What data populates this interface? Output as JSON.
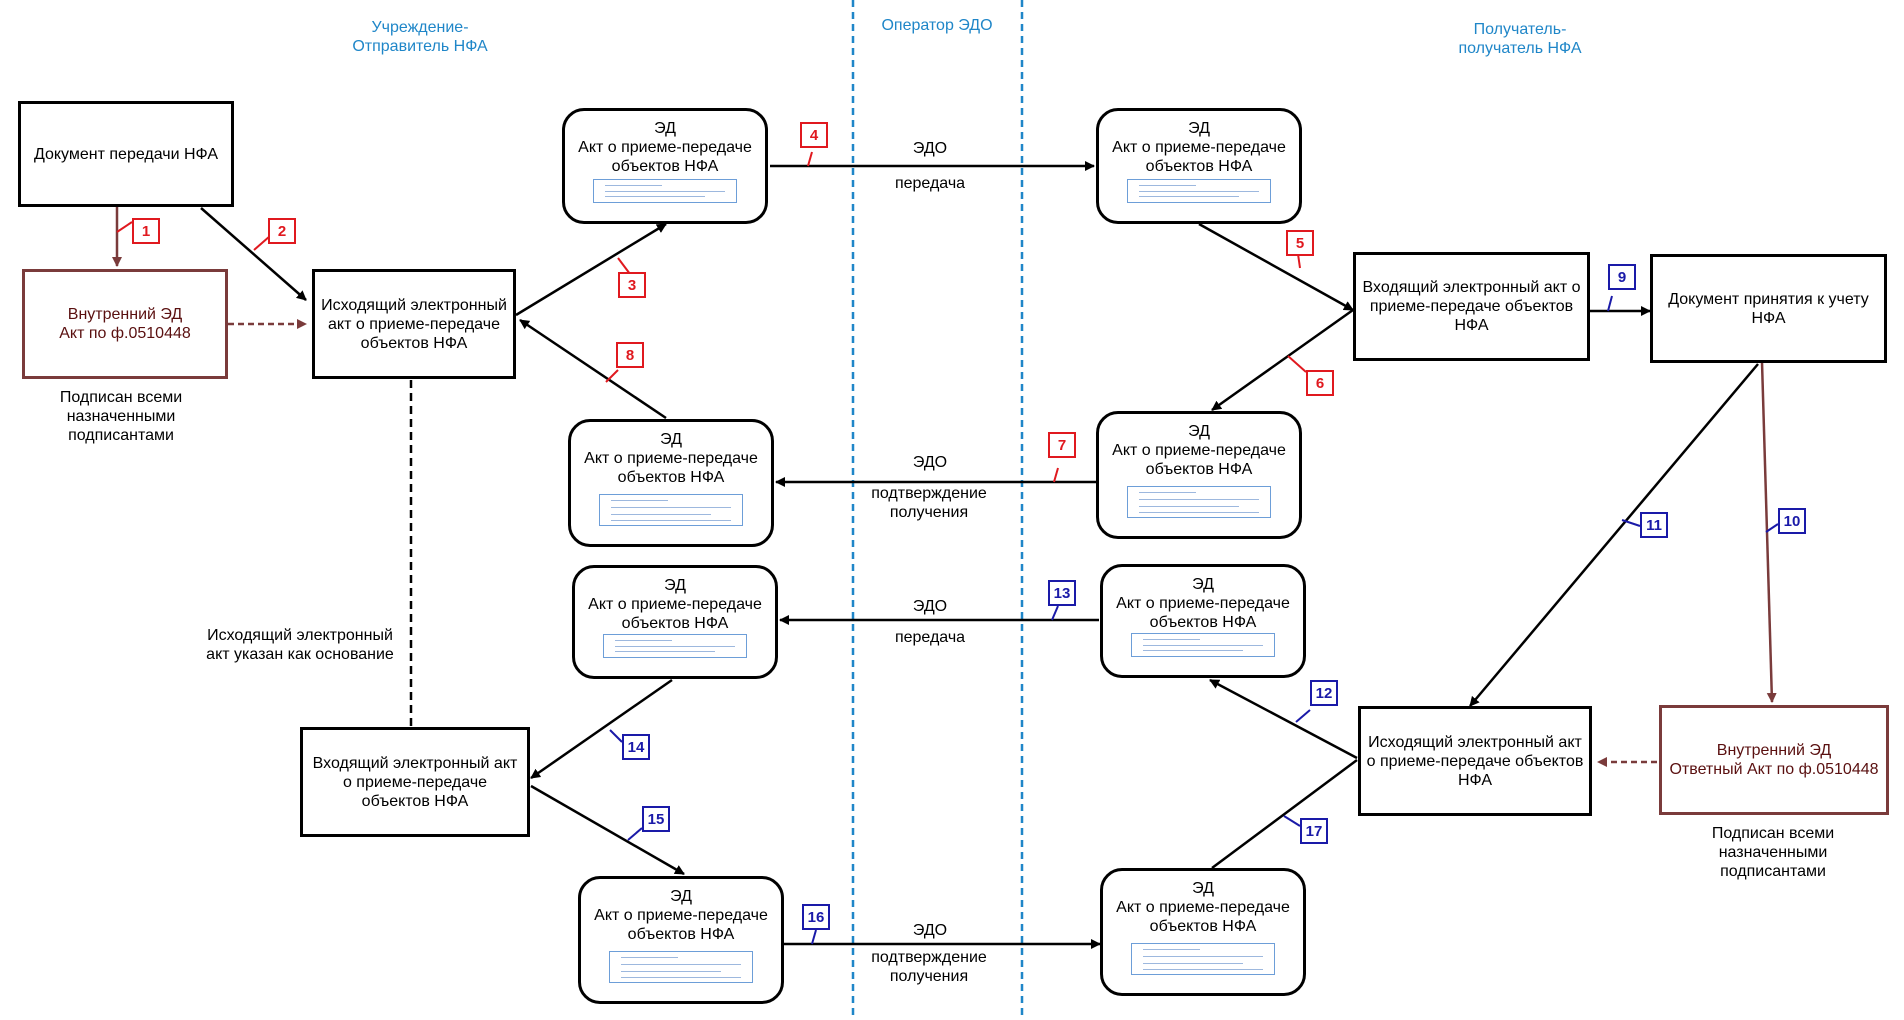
{
  "columns": {
    "sender": "Учреждение-\nОтправитель НФА",
    "operator": "Оператор ЭДО",
    "receiver": "Получатель-\nполучатель НФА"
  },
  "nodes": {
    "doc_transfer": "Документ передачи НФА",
    "internal_sender": "Внутренний ЭД\nАкт по ф.0510448",
    "outgoing_sender": "Исходящий электронный акт о приеме-передаче объектов НФА",
    "ed_top_left": "ЭД\nАкт о приеме-передаче объектов НФА",
    "ed_top_right": "ЭД\nАкт о приеме-передаче объектов НФА",
    "incoming_receiver": "Входящий электронный акт о приеме-передаче объектов НФА",
    "doc_accept": "Документ принятия к учету НФА",
    "ed_mid_right": "ЭД\nАкт о приеме-передаче объектов НФА",
    "ed_mid_left": "ЭД\nАкт о приеме-передаче объектов НФА",
    "ed_low_left": "ЭД\nАкт о приеме-передаче объектов НФА",
    "ed_low_right": "ЭД\nАкт о приеме-передаче объектов НФА",
    "incoming_sender": "Входящий электронный акт о приеме-передаче объектов НФА",
    "outgoing_receiver": "Исходящий электронный акт о приеме-передаче объектов НФА",
    "internal_receiver": "Внутренний ЭД\nОтветный Акт по ф.0510448",
    "ed_bottom_left": "ЭД\nАкт о приеме-передаче объектов НФА",
    "ed_bottom_right": "ЭД\nАкт о приеме-передаче объектов НФА"
  },
  "notes": {
    "signed_sender": "Подписан всеми назначенными подписантами",
    "basis": "Исходящий электронный акт указан как основание",
    "signed_receiver": "Подписан всеми назначенными подписантами"
  },
  "edge_labels": {
    "e4_top": "ЭДО",
    "e4_bottom": "передача",
    "e7_top": "ЭДО",
    "e7_bottom": "подтверждение получения",
    "e13_top": "ЭДО",
    "e13_bottom": "передача",
    "e16_top": "ЭДО",
    "e16_bottom": "подтверждение получения"
  },
  "steps": [
    "1",
    "2",
    "3",
    "4",
    "5",
    "6",
    "7",
    "8",
    "9",
    "10",
    "11",
    "12",
    "13",
    "14",
    "15",
    "16",
    "17"
  ],
  "colors": {
    "red": "#e0191f",
    "blue": "#1a1aa8",
    "internal": "#7a3b3b",
    "divider": "#1f86c8"
  }
}
